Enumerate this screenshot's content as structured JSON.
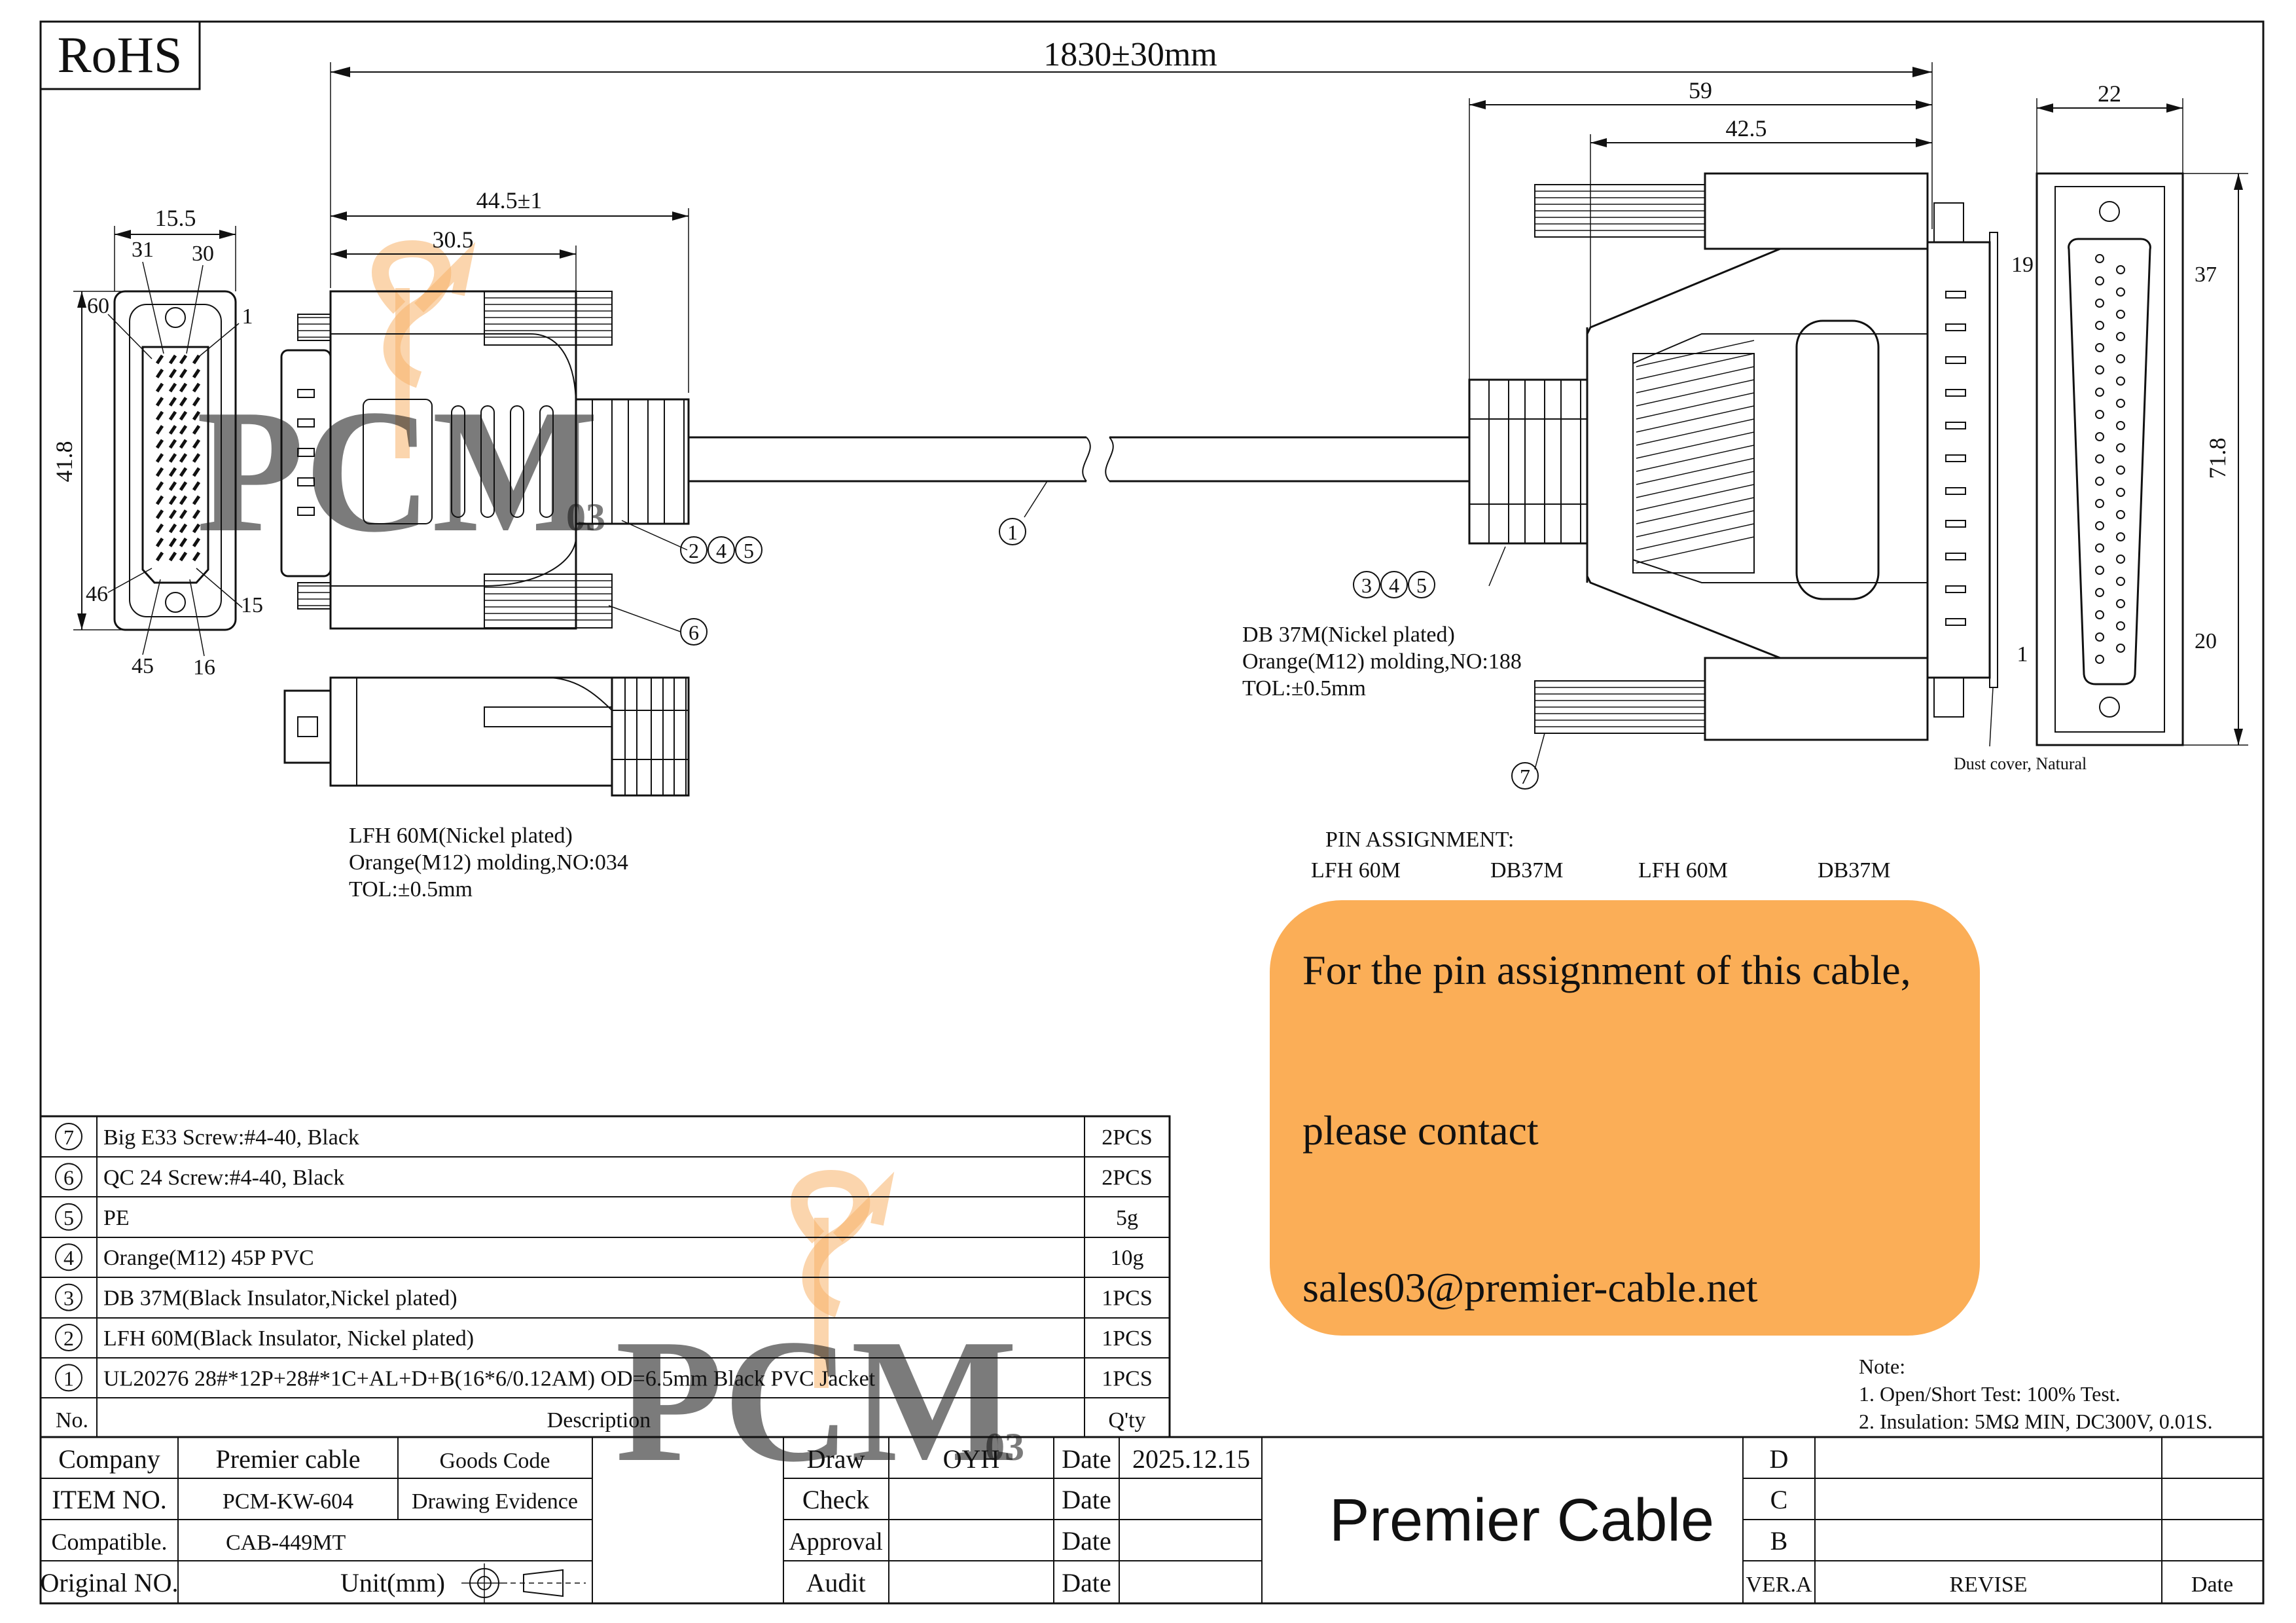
{
  "rohs": "RoHS",
  "dimensions": {
    "overall_length": "1830±30mm",
    "lfh_width": "15.5",
    "lfh_height": "41.8",
    "lfh_mold_len": "44.5±1",
    "lfh_body_len": "30.5",
    "db_mold_len": "59",
    "db_body_len": "42.5",
    "db_face_width": "22",
    "db_face_height": "71.8"
  },
  "lfh_pins": {
    "p31": "31",
    "p30": "30",
    "p60": "60",
    "p1": "1",
    "p46": "46",
    "p15": "15",
    "p45": "45",
    "p16": "16"
  },
  "db_pins": {
    "p19": "19",
    "p37": "37",
    "p1": "1",
    "p20": "20"
  },
  "balloons": {
    "b1": "1",
    "b2": "2",
    "b3": "3",
    "b4": "4",
    "b5": "5",
    "b6": "6",
    "b7": "7"
  },
  "lfh_caption": [
    "LFH 60M(Nickel plated)",
    "Orange(M12) molding,NO:034",
    "TOL:±0.5mm"
  ],
  "db_caption": [
    "DB 37M(Nickel plated)",
    "Orange(M12) molding,NO:188",
    "TOL:±0.5mm"
  ],
  "dust_cover": "Dust cover, Natural",
  "pin_assignment": {
    "title": "PIN ASSIGNMENT:",
    "columns": [
      "LFH 60M",
      "DB37M",
      "LFH 60M",
      "DB37M"
    ]
  },
  "contact_note": {
    "line1": "For the pin assignment of this cable,",
    "line2": "please contact",
    "line3": "sales03@premier-cable.net",
    "bg_color": "#fbae57"
  },
  "bom": {
    "rows": [
      {
        "no": "7",
        "desc": "Big E33 Screw:#4-40, Black",
        "qty": "2PCS"
      },
      {
        "no": "6",
        "desc": "QC 24 Screw:#4-40, Black",
        "qty": "2PCS"
      },
      {
        "no": "5",
        "desc": "PE",
        "qty": "5g"
      },
      {
        "no": "4",
        "desc": "Orange(M12) 45P PVC",
        "qty": "10g"
      },
      {
        "no": "3",
        "desc": "DB 37M(Black Insulator,Nickel plated)",
        "qty": "1PCS"
      },
      {
        "no": "2",
        "desc": "LFH 60M(Black Insulator, Nickel plated)",
        "qty": "1PCS"
      },
      {
        "no": "1",
        "desc": "UL20276 28#*12P+28#*1C+AL+D+B(16*6/0.12AM) OD=6.5mm Black PVC Jacket",
        "qty": "1PCS"
      }
    ],
    "header": {
      "no": "No.",
      "desc": "Description",
      "qty": "Q'ty"
    }
  },
  "notes": {
    "title": "Note:",
    "items": [
      "1. Open/Short Test: 100% Test.",
      "2. Insulation: 5MΩ  MIN, DC300V, 0.01S."
    ]
  },
  "title_block": {
    "company_label": "Company",
    "company_value": "Premier cable",
    "goods_code_label": "Goods Code",
    "item_label": "ITEM NO.",
    "item_value": "PCM-KW-604",
    "drawing_evidence_label": "Drawing Evidence",
    "compatible_label": "Compatible.",
    "compatible_value": "CAB-449MT",
    "original_label": "Original NO.",
    "unit_label": "Unit(mm)",
    "draw_label": "Draw",
    "draw_value": "OYH",
    "check_label": "Check",
    "approval_label": "Approval",
    "audit_label": "Audit",
    "date_label": "Date",
    "date_value": "2025.12.15",
    "brand": "Premier Cable",
    "rev_d": "D",
    "rev_c": "C",
    "rev_b": "B",
    "ver_label": "VER.A",
    "revise_label": "REVISE",
    "rev_date_label": "Date"
  },
  "watermark": {
    "text": "PCM",
    "sub": "03",
    "color": "#f7b36a"
  }
}
